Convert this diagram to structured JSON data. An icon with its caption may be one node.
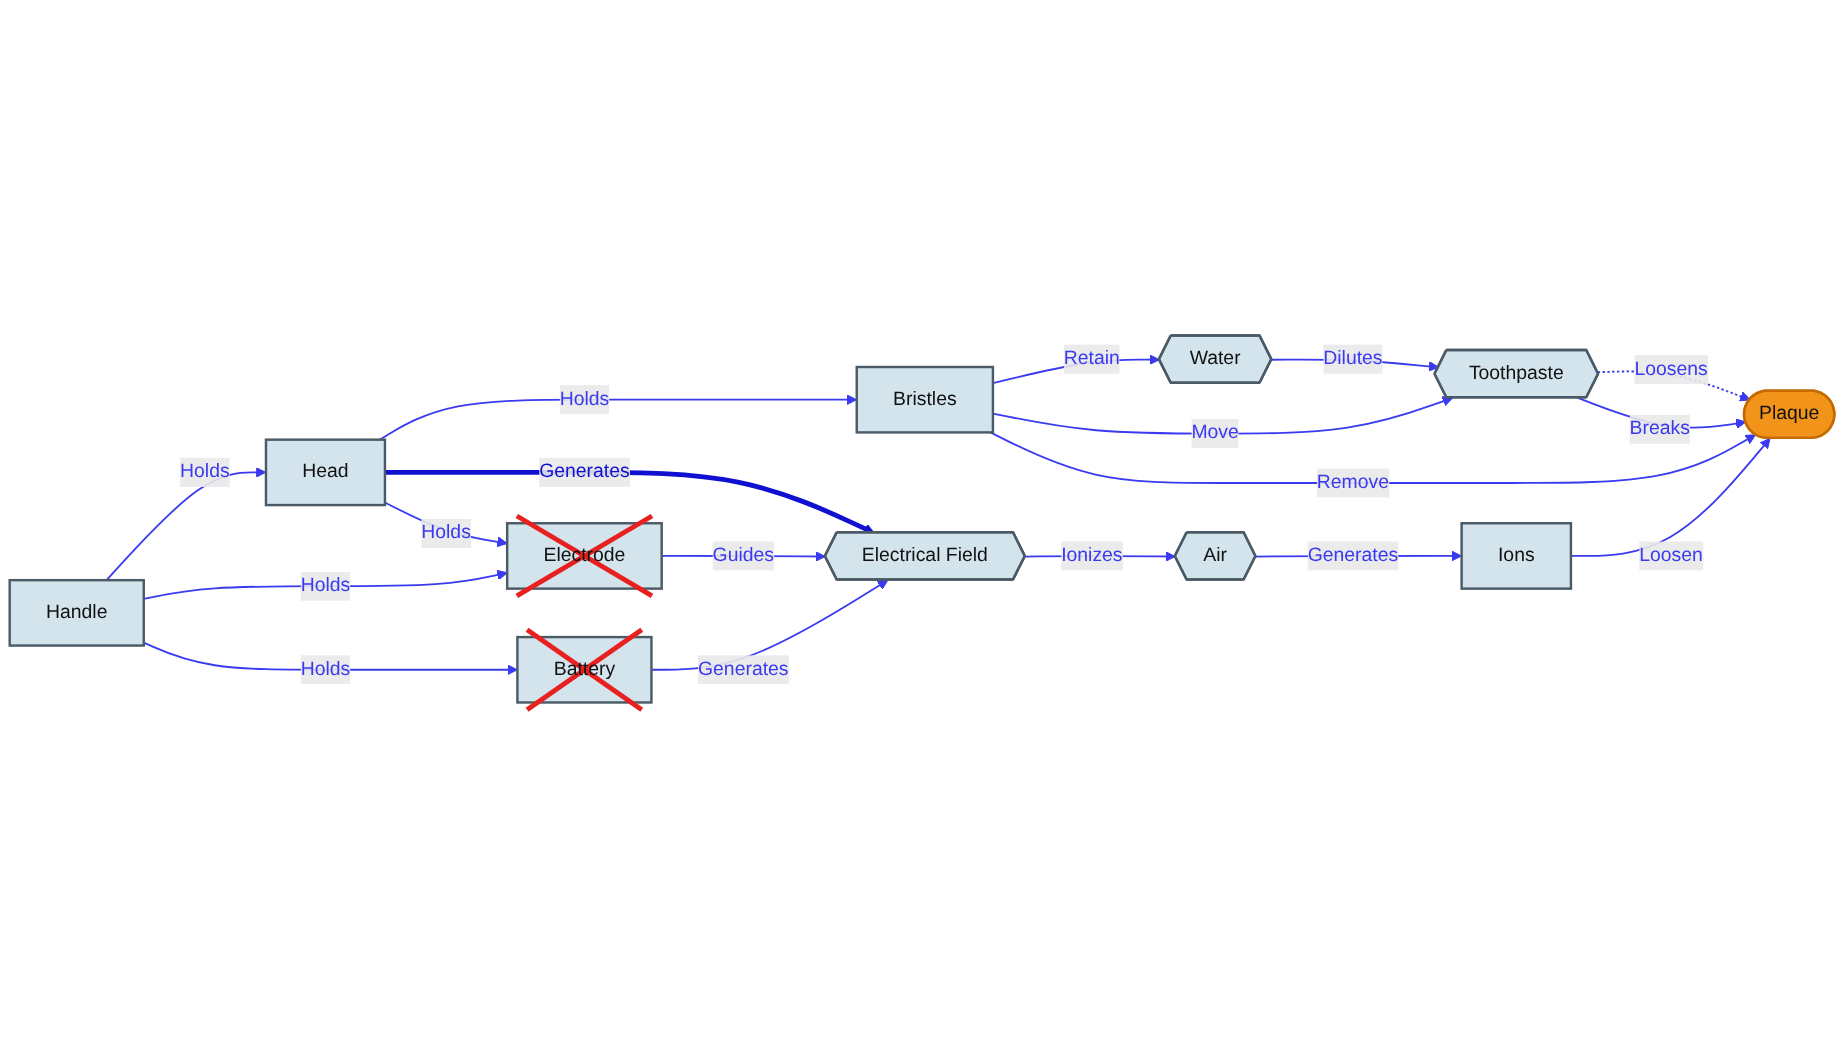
{
  "diagram": {
    "nodes": [
      {
        "text": [
          "Water"
        ]
      },
      {
        "text": [
          "Bristles"
        ]
      },
      {
        "text": [
          "Toothpaste"
        ]
      },
      {
        "text": [
          "Head"
        ]
      },
      {
        "text": [
          "Electrode"
        ]
      },
      {
        "text": [
          "Plaque"
        ]
      },
      {
        "text": [
          "Handle"
        ]
      },
      {
        "text": [
          "Ions"
        ]
      },
      {
        "text": [
          "Battery"
        ]
      },
      {
        "text": [
          "Electrical Field"
        ]
      },
      {
        "text": [
          "Air"
        ]
      }
    ],
    "edges": [
      {
        "from": 0,
        "to": 2,
        "arrow": "to",
        "label": "Dilutes"
      },
      {
        "from": 1,
        "to": 0,
        "arrow": "to",
        "label": "Retain"
      },
      {
        "from": 1,
        "to": 2,
        "arrow": "to",
        "label": "Move"
      },
      {
        "from": 3,
        "to": 1,
        "arrow": "to",
        "label": "Holds"
      },
      {
        "from": 3,
        "to": 4,
        "arrow": "to",
        "label": "Holds"
      },
      {
        "from": 2,
        "to": 5,
        "arrow": "to",
        "label": "Loosens",
        "style": "dashed"
      },
      {
        "from": 2,
        "to": 5,
        "arrow": "to",
        "label": "Breaks"
      },
      {
        "from": 1,
        "to": 5,
        "arrow": "to",
        "label": "Remove"
      },
      {
        "from": 6,
        "to": 3,
        "arrow": "to",
        "label": "Holds"
      },
      {
        "from": 6,
        "to": 4,
        "arrow": "to",
        "label": "Holds"
      },
      {
        "from": 3,
        "to": 9,
        "arrow": "to",
        "label": "Generates",
        "style": "thick"
      },
      {
        "from": 4,
        "to": 9,
        "arrow": "to",
        "label": "Guides"
      },
      {
        "from": 7,
        "to": 5,
        "arrow": "to",
        "label": "Loosen"
      },
      {
        "from": 6,
        "to": 8,
        "arrow": "to",
        "label": "Holds"
      },
      {
        "from": 8,
        "to": 9,
        "arrow": "to",
        "label": "Generates"
      },
      {
        "from": 9,
        "to": 10,
        "arrow": "to",
        "label": "Ionizes"
      },
      {
        "from": 10,
        "to": 7,
        "arrow": "to",
        "label": "Generates"
      }
    ]
  }
}
